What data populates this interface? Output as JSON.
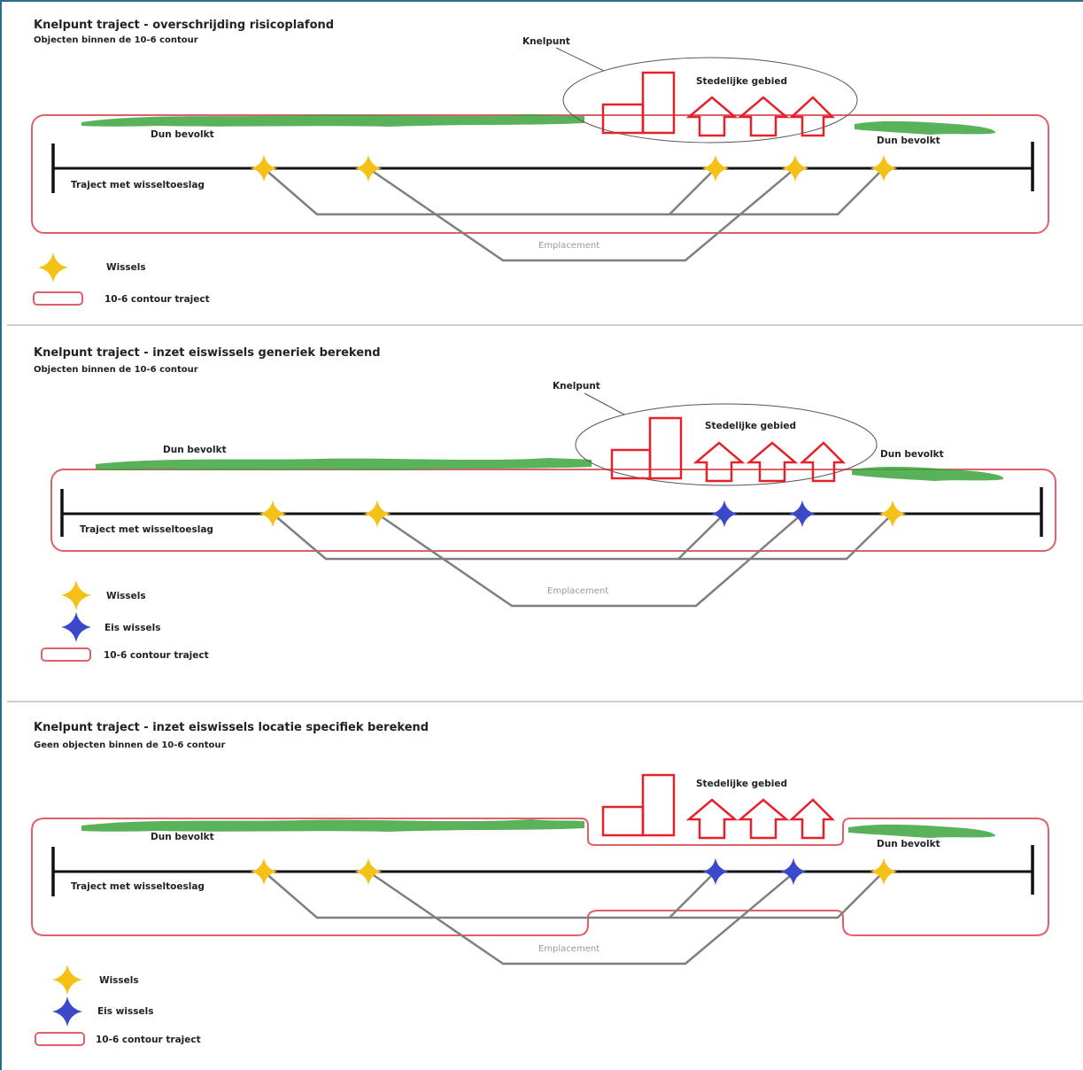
{
  "colors": {
    "contour": "#e0606a",
    "track": "#111111",
    "branch": "#7f7f7f",
    "switch": "#f5c116",
    "eis_switch": "#3a48c9",
    "urban": "#e5222b",
    "vegetation": "#3ca53c"
  },
  "panels": [
    {
      "title": "Knelpunt traject - overschrijding risicoplafond",
      "subtitle": "Objecten binnen de 10-6 contour",
      "knelpunt_label": "Knelpunt",
      "urban_label": "Stedelijke gebied",
      "dun_bevolkt_left": "Dun bevolkt",
      "dun_bevolkt_right": "Dun bevolkt",
      "track_label": "Traject met wisseltoeslag",
      "yard_label": "Emplacement",
      "legend": {
        "wissels": "Wissels",
        "contour": "10-6 contour traject"
      }
    },
    {
      "title": "Knelpunt traject  - inzet eiswissels generiek berekend",
      "subtitle": "Objecten binnen de 10-6 contour",
      "knelpunt_label": "Knelpunt",
      "urban_label": "Stedelijke gebied",
      "dun_bevolkt_left": "Dun bevolkt",
      "dun_bevolkt_right": "Dun bevolkt",
      "track_label": "Traject met wisseltoeslag",
      "yard_label": "Emplacement",
      "legend": {
        "wissels": "Wissels",
        "eis_wissels": "Eis wissels",
        "contour": "10-6 contour traject"
      }
    },
    {
      "title": "Knelpunt traject -  inzet eiswissels locatie specifiek berekend",
      "subtitle": "Geen objecten binnen de 10-6 contour",
      "urban_label": "Stedelijke gebied",
      "dun_bevolkt_left": "Dun bevolkt",
      "dun_bevolkt_right": "Dun bevolkt",
      "track_label": "Traject met wisseltoeslag",
      "yard_label": "Emplacement",
      "legend": {
        "wissels": "Wissels",
        "eis_wissels": "Eis wissels",
        "contour": "10-6 contour traject"
      }
    }
  ]
}
